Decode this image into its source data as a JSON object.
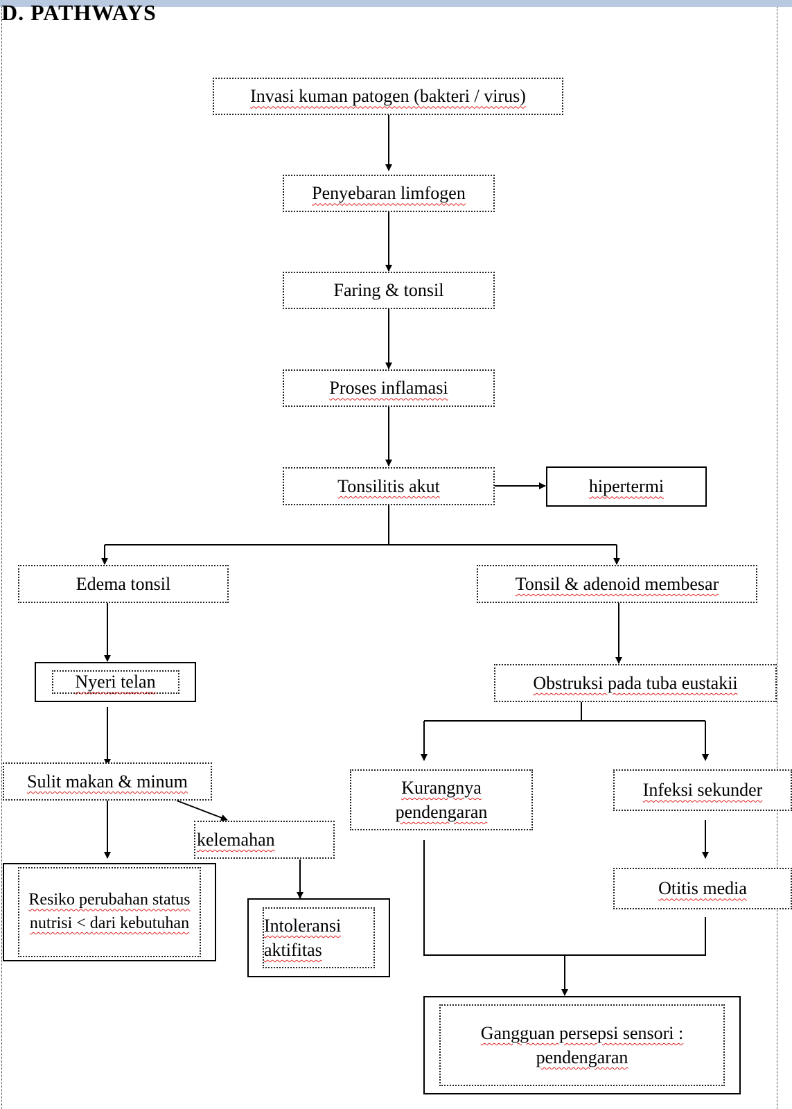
{
  "heading": "D.  PATHWAYS",
  "nodes": {
    "invasi": "Invasi kuman patogen (bakteri / virus)",
    "penyebaran": "Penyebaran limfogen",
    "faring": "Faring & tonsil",
    "proses": "Proses inflamasi",
    "tonsilitis": "Tonsilitis akut",
    "hipertermi": "hipertermi",
    "edema": "Edema tonsil",
    "membesar": "Tonsil & adenoid membesar",
    "nyeri": "Nyeri telan",
    "obstruksi": "Obstruksi pada tuba eustakii",
    "sulit": "Sulit makan  & minum",
    "kelemahan": "kelemahan",
    "kurangnya": "Kurangnya pendengaran",
    "infeksi": "Infeksi sekunder",
    "resiko": "Resiko perubahan status nutrisi < dari kebutuhan",
    "intoleransi": "Intoleransi aktifitas",
    "otitis": "Otitis media",
    "gangguan": "Gangguan persepsi sensori : pendengaran"
  }
}
